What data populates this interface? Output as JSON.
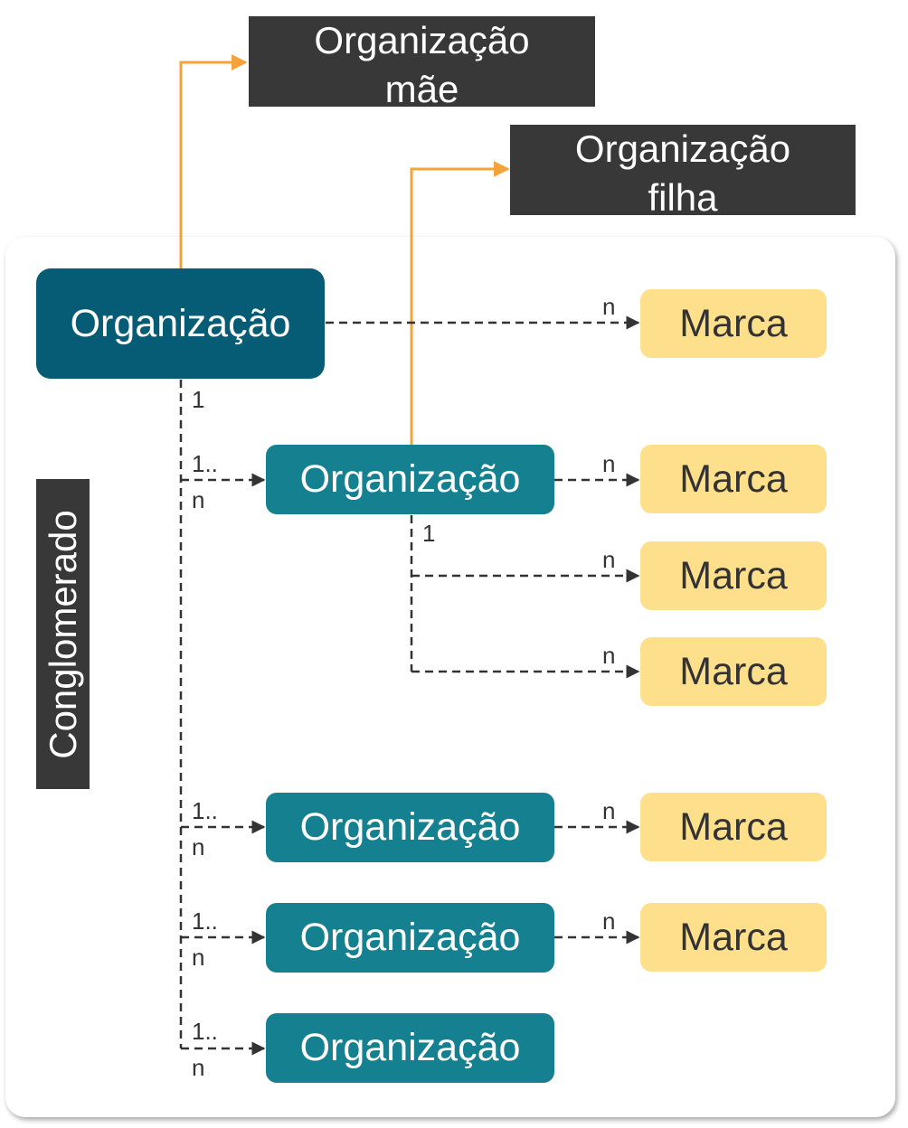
{
  "labels": {
    "parent": "Organização\nmãe",
    "child": "Organização\nfilha",
    "conglomerate": "Conglomerado"
  },
  "organization_label": "Organização",
  "brand_label": "Marca",
  "cardinality": {
    "one": "1",
    "one_to_many_top": "1..",
    "one_to_many_bottom": "n",
    "many": "n"
  },
  "colors": {
    "root_org": "#065b75",
    "org": "#15808f",
    "brand": "#fee08c",
    "label_box": "#383838",
    "highlight_arrow": "#f4a23a",
    "dashed_line": "#333333"
  }
}
